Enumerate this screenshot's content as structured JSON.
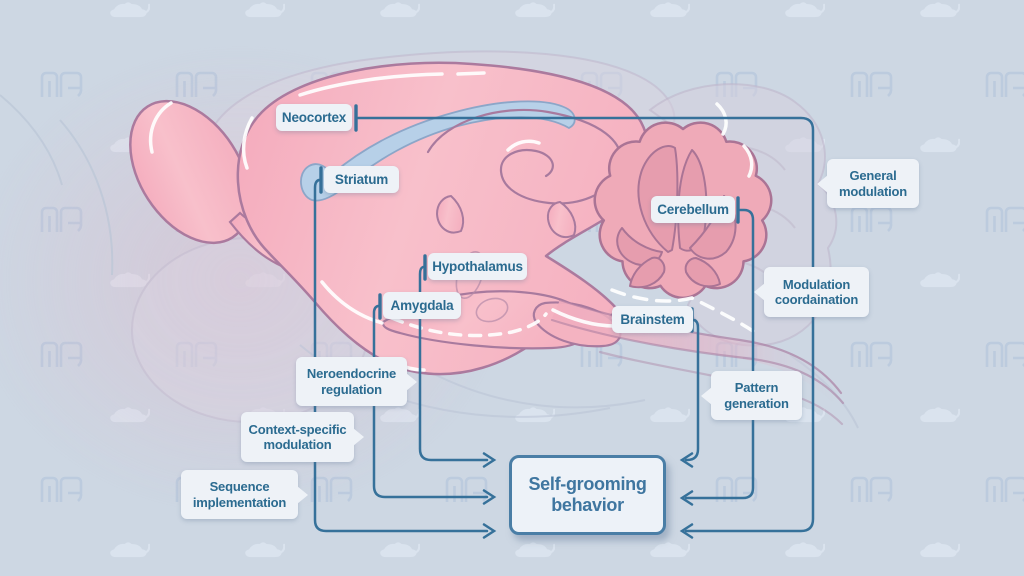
{
  "colors": {
    "background": "#cdd7e3",
    "connector_line": "#36719a",
    "label_text": "#2b6b90",
    "label_pill_bg": "#eef2f7",
    "brain_pink": "#f7bac7",
    "brain_outline": "#ab7a9e",
    "cerebellum_rose": "#efaab8",
    "corpus_callosum_blue": "#b7d0e8",
    "box_border": "#4a7ea6",
    "box_text": "#3f76a0"
  },
  "watermark": {
    "logo_icon": "maze-logo",
    "mouse_icon": "mouse-silhouette"
  },
  "region_labels": {
    "neocortex": "Neocortex",
    "striatum": "Striatum",
    "cerebellum": "Cerebellum",
    "hypothalamus": "Hypothalamus",
    "amygdala": "Amygdala",
    "brainstem": "Brainstem"
  },
  "function_labels": {
    "general_modulation": "General modulation",
    "modulation_coordaination": "Modulation coordaination",
    "pattern_generation": "Pattern generation",
    "neroendocrine_regulation": "Neroendocrine regulation",
    "context_specific_modulation": "Context-specific modulation",
    "sequence_implementation": "Sequence implementation"
  },
  "center_box": {
    "label": "Self-grooming behavior"
  },
  "connections": [
    {
      "from": "Neocortex",
      "function": "General modulation",
      "to": "Self-grooming behavior"
    },
    {
      "from": "Cerebellum",
      "function": "Modulation coordaination",
      "to": "Self-grooming behavior"
    },
    {
      "from": "Brainstem",
      "function": "Pattern generation",
      "to": "Self-grooming behavior"
    },
    {
      "from": "Hypothalamus",
      "function": "Neroendocrine regulation",
      "to": "Self-grooming behavior"
    },
    {
      "from": "Amygdala",
      "function": "Context-specific modulation",
      "to": "Self-grooming behavior"
    },
    {
      "from": "Striatum",
      "function": "Sequence implementation",
      "to": "Self-grooming behavior"
    }
  ]
}
